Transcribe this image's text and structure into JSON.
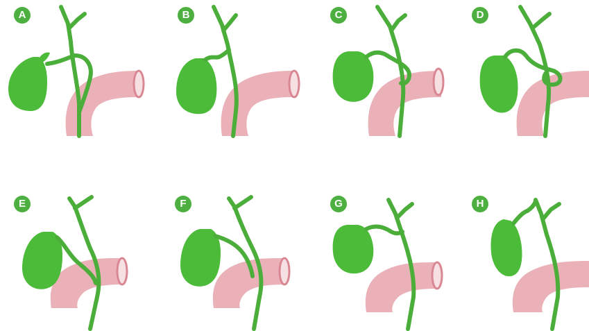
{
  "panels": [
    {
      "label": "A",
      "variant": "duct-loops-in-front-of-duodenum"
    },
    {
      "label": "B",
      "variant": "duct-posterior-long-course"
    },
    {
      "label": "C",
      "variant": "duct-spiral-anterior"
    },
    {
      "label": "D",
      "variant": "duct-spiral-posterior"
    },
    {
      "label": "E",
      "variant": "low-lateral-junction"
    },
    {
      "label": "F",
      "variant": "low-medial-junction"
    },
    {
      "label": "G",
      "variant": "high-junction"
    },
    {
      "label": "H",
      "variant": "junction-at-hilum"
    }
  ],
  "colors": {
    "badge": "#4caf3f",
    "gallbladder": "#4cbb3a",
    "duct": "#4cae3a",
    "duodenum": "#e8a3ab",
    "duodenum_lumen": "#f6e0e3"
  }
}
